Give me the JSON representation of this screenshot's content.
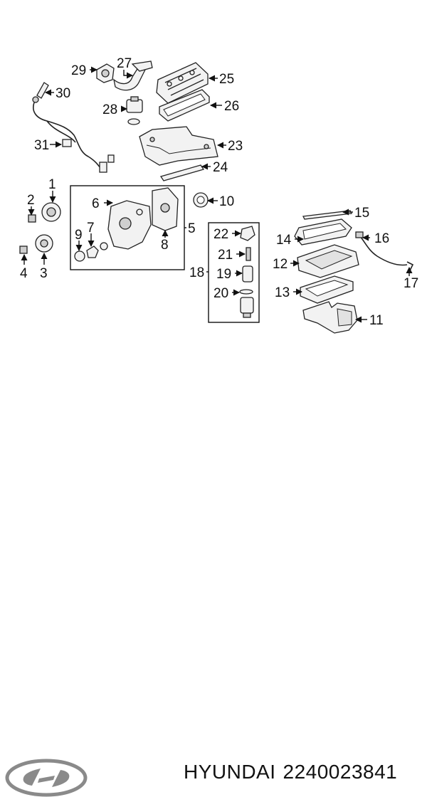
{
  "diagram": {
    "callouts": [
      "1",
      "2",
      "3",
      "4",
      "5",
      "6",
      "7",
      "8",
      "9",
      "10",
      "11",
      "12",
      "13",
      "14",
      "15",
      "16",
      "17",
      "18",
      "19",
      "20",
      "21",
      "22",
      "23",
      "24",
      "25",
      "26",
      "27",
      "28",
      "29",
      "30",
      "31"
    ],
    "arrow_color": "#000000"
  },
  "caption": {
    "brand": "HYUNDAI",
    "part_number": "2240023841"
  },
  "logo": {
    "icon": "hyundai-logo-icon",
    "color": "#888888"
  }
}
